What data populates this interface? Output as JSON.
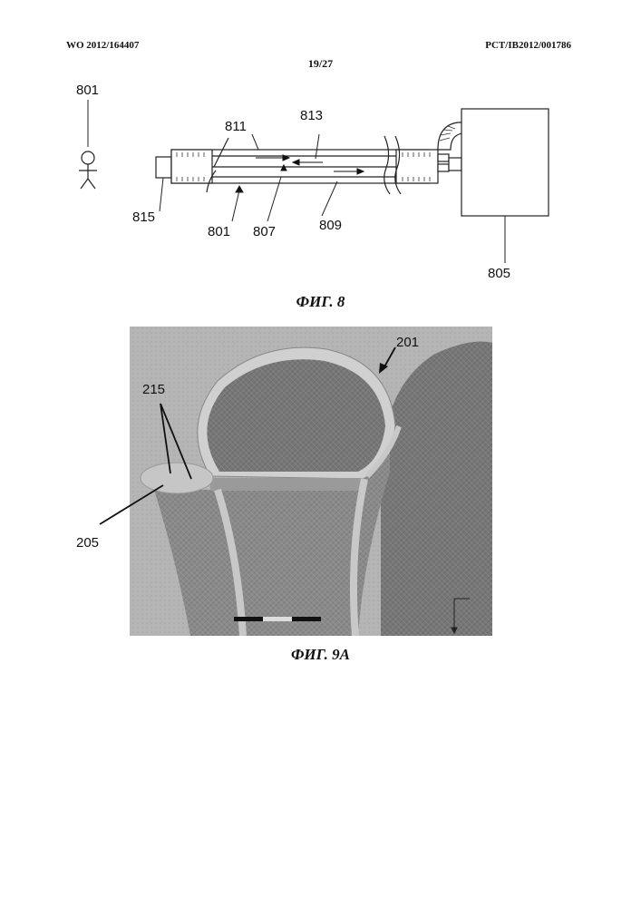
{
  "header": {
    "publication_number": "WO 2012/164407",
    "application_number": "PCT/IB2012/001786",
    "page": "19/27"
  },
  "figure8": {
    "caption": "ФИГ. 8",
    "labels": {
      "l801a": "801",
      "l811": "811",
      "l813": "813",
      "l815": "815",
      "l801b": "801",
      "l807": "807",
      "l809": "809",
      "l805": "805"
    }
  },
  "figure9a": {
    "caption": "ФИГ. 9А",
    "labels": {
      "l201": "201",
      "l215": "215",
      "l205": "205"
    }
  }
}
